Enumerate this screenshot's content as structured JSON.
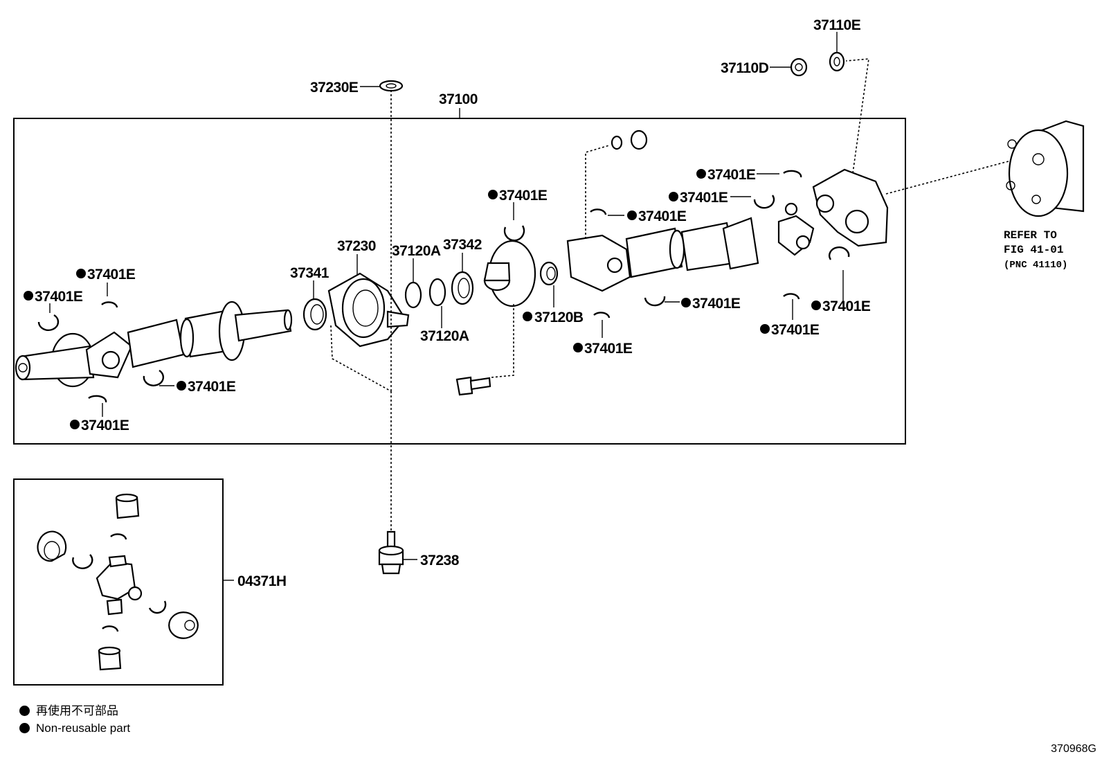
{
  "diagram": {
    "parts": {
      "p37110E": "37110E",
      "p37110D": "37110D",
      "p37230E": "37230E",
      "p37100": "37100",
      "p37230": "37230",
      "p37341": "37341",
      "p37120A_top": "37120A",
      "p37120A_bottom": "37120A",
      "p37342": "37342",
      "p37120B": "37120B",
      "p37238": "37238",
      "p04371H": "04371H",
      "p37401E": "37401E"
    },
    "refer": {
      "line1": "REFER TO",
      "line2": "FIG 41-01",
      "line3": "(PNC 41110)"
    }
  },
  "legend": {
    "jp": "再使用不可部品",
    "en": "Non-reusable part"
  },
  "figure_code": "370968G"
}
